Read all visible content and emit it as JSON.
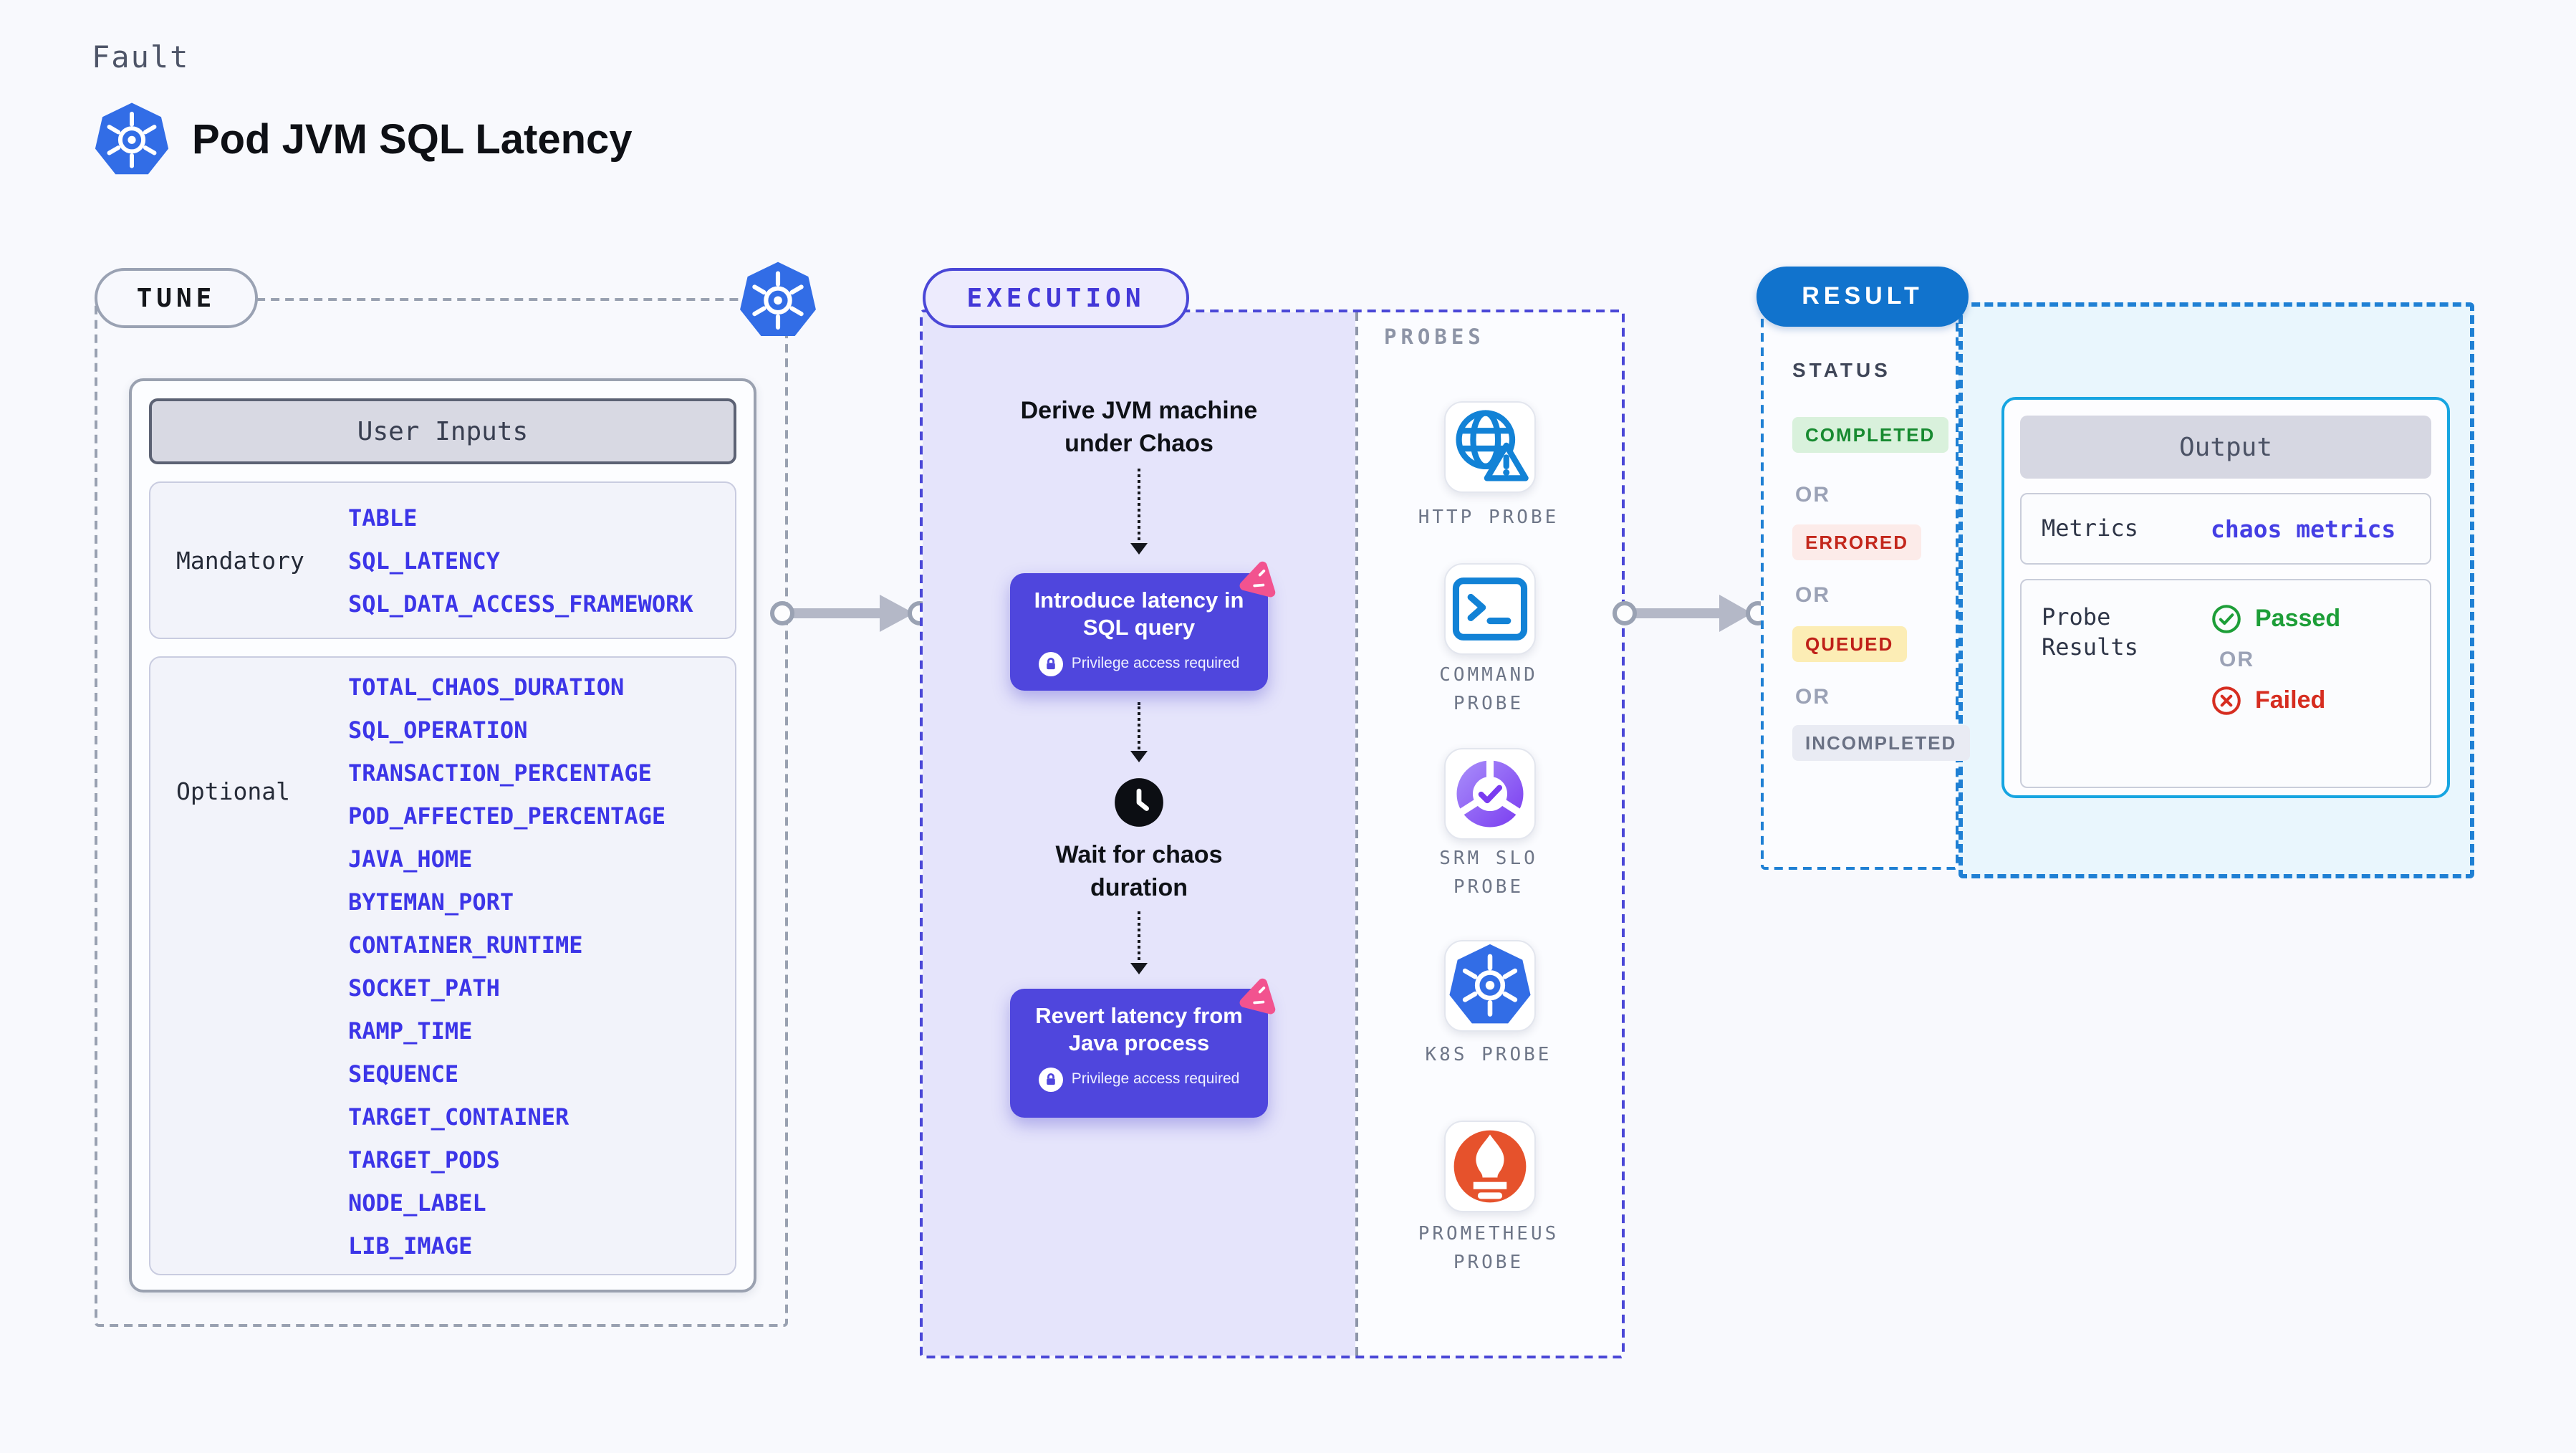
{
  "header": {
    "kicker": "Fault",
    "title": "Pod JVM SQL Latency"
  },
  "tune": {
    "badge": "TUNE",
    "table_header": "User Inputs",
    "mandatory_label": "Mandatory",
    "mandatory_items": [
      "TABLE",
      "SQL_LATENCY",
      "SQL_DATA_ACCESS_FRAMEWORK"
    ],
    "optional_label": "Optional",
    "optional_items": [
      "TOTAL_CHAOS_DURATION",
      "SQL_OPERATION",
      "TRANSACTION_PERCENTAGE",
      "POD_AFFECTED_PERCENTAGE",
      "JAVA_HOME",
      "BYTEMAN_PORT",
      "CONTAINER_RUNTIME",
      "SOCKET_PATH",
      "RAMP_TIME",
      "SEQUENCE",
      "TARGET_CONTAINER",
      "TARGET_PODS",
      "NODE_LABEL",
      "LIB_IMAGE"
    ]
  },
  "execution": {
    "badge": "EXECUTION",
    "derive_step": "Derive JVM machine under Chaos",
    "introduce_step": "Introduce latency in SQL query",
    "wait_step": "Wait for chaos duration",
    "revert_step": "Revert latency from Java process",
    "privilege_note": "Privilege access required"
  },
  "probes": {
    "title": "PROBES",
    "items": [
      {
        "label": "HTTP PROBE",
        "icon": "globe-alert-icon"
      },
      {
        "label": "COMMAND PROBE",
        "icon": "terminal-icon"
      },
      {
        "label": "SRM SLO PROBE",
        "icon": "slo-donut-check-icon"
      },
      {
        "label": "K8S PROBE",
        "icon": "kubernetes-icon"
      },
      {
        "label": "PROMETHEUS PROBE",
        "icon": "prometheus-icon"
      }
    ]
  },
  "result": {
    "badge": "RESULT",
    "status_title": "STATUS",
    "or_label": "OR",
    "statuses": [
      {
        "label": "COMPLETED",
        "type": "success"
      },
      {
        "label": "ERRORED",
        "type": "error"
      },
      {
        "label": "QUEUED",
        "type": "warning"
      },
      {
        "label": "INCOMPLETED",
        "type": "neutral"
      }
    ],
    "output": {
      "title": "Output",
      "metrics_label": "Metrics",
      "metrics_value": "chaos metrics",
      "probe_results_label": "Probe Results",
      "passed_label": "Passed",
      "or_label": "OR",
      "failed_label": "Failed"
    }
  },
  "colors": {
    "page_bg": "#f8f9fd",
    "kubernetes_blue": "#326de6",
    "indigo_accent": "#4a47d7",
    "action_box": "#4f46dd",
    "lavender_bg": "#e5e4fb",
    "chaos_pink": "#f2538f",
    "probe_icon_blue": "#1282d6",
    "prometheus_orange": "#e6522c",
    "result_blue": "#1173cd",
    "output_border_cyan": "#17a5e1",
    "success_green": "#1d9e38",
    "fail_red": "#d62d20",
    "env_var_blue": "#3c35e8"
  }
}
